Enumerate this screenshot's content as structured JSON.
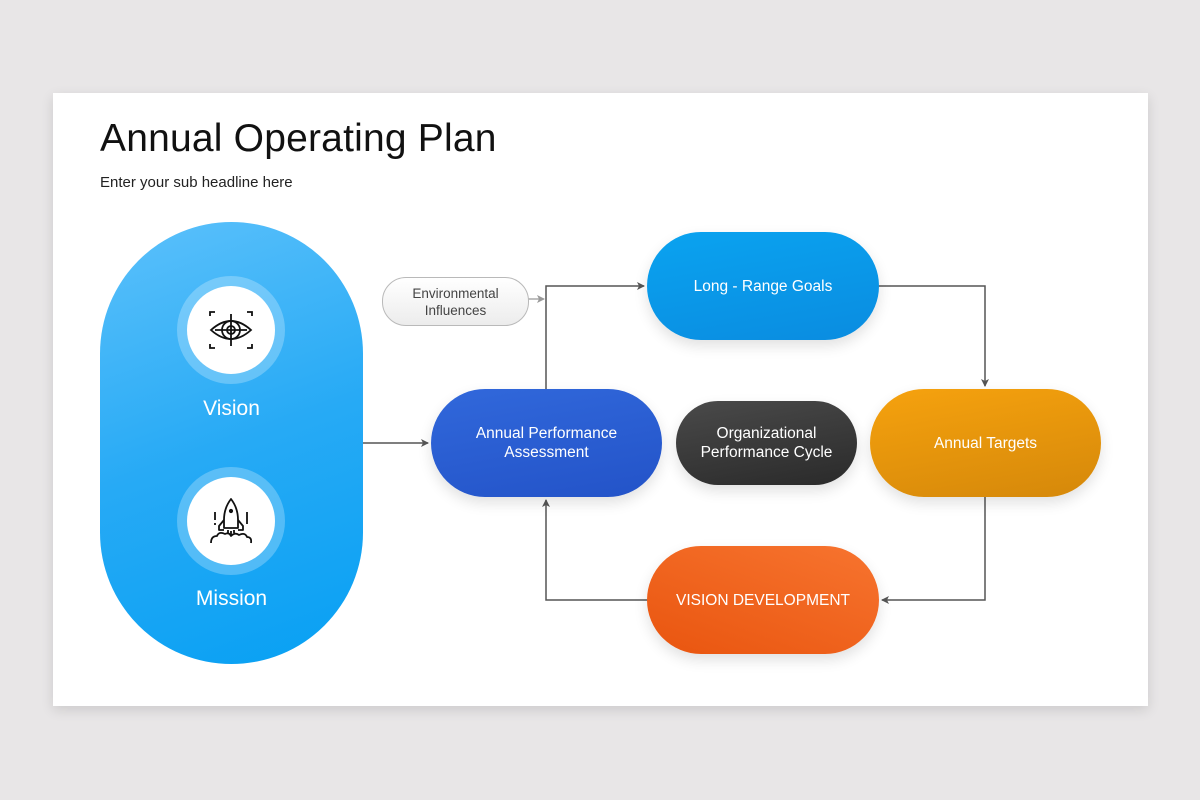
{
  "header": {
    "title": "Annual Operating Plan",
    "subtitle": "Enter your sub headline here"
  },
  "left_panel": {
    "items": [
      {
        "label": "Vision",
        "icon": "eye-target-icon"
      },
      {
        "label": "Mission",
        "icon": "rocket-icon"
      }
    ]
  },
  "nodes": {
    "environmental_influences": "Environmental Influences",
    "long_range_goals": "Long - Range Goals",
    "annual_performance_assessment": "Annual Performance Assessment",
    "organizational_performance_cycle": "Organizational Performance Cycle",
    "annual_targets": "Annual Targets",
    "vision_development": "VISION DEVELOPMENT"
  },
  "colors": {
    "vision_panel": "#27aaf5",
    "long_range_goals": "#0a97ea",
    "annual_performance_assessment": "#2c5fd6",
    "organizational_performance_cycle": "#3a3a3a",
    "annual_targets": "#f29b10",
    "vision_development": "#f26522",
    "connector": "#555555"
  },
  "flow": [
    {
      "from": "vision-mission-panel",
      "to": "annual_performance_assessment"
    },
    {
      "from": "annual_performance_assessment",
      "to": "long_range_goals"
    },
    {
      "from": "environmental_influences",
      "to": "long_range_goals"
    },
    {
      "from": "long_range_goals",
      "to": "annual_targets"
    },
    {
      "from": "annual_targets",
      "to": "vision_development"
    },
    {
      "from": "vision_development",
      "to": "annual_performance_assessment"
    }
  ]
}
